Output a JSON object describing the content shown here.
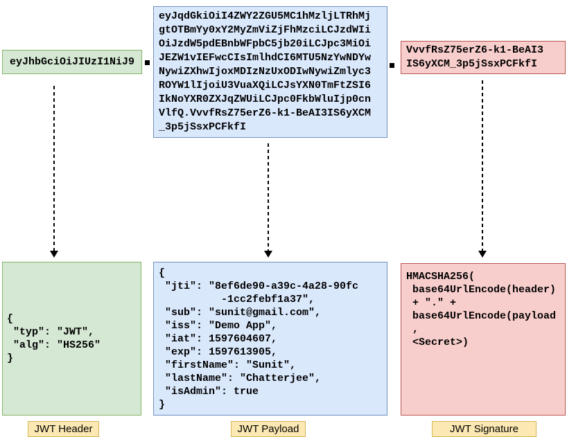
{
  "diagram_title": "JWT structure diagram",
  "encoded": {
    "header": "eyJhbGciOiJIUzI1NiJ9",
    "payload_lines": [
      "eyJqdGkiOiI4ZWY2ZGU5MC1hMzljLTRhMj",
      "gtOTBmYy0xY2MyZmViZjFhMzciLCJzdWIi",
      "OiJzdW5pdEBnbWFpbC5jb20iLCJpc3MiOi",
      "JEZW1vIEFwcCIsImlhdCI6MTU5NzYwNDYw",
      "NywiZXhwIjoxMDIzNzUxODIwNywiZmlyc3",
      "ROYW1lIjoiU3VuaXQiLCJsYXN0TmFtZSI6",
      "IkNoYXR0ZXJqZWUiLCJpc0FkbWluIjp0cn",
      "VlfQ.VvvfRsZ75erZ6-k1-BeAI3IS6yXCM",
      "_3p5jSsxPCFkfI"
    ],
    "signature_lines": [
      "VvvfRsZ75erZ6-k1-BeAI3",
      "IS6yXCM_3p5jSsxPCFkfI"
    ]
  },
  "decoded": {
    "header_lines": [
      "{",
      " \"typ\": \"JWT\",",
      " \"alg\": \"HS256\"",
      "}"
    ],
    "payload_lines": [
      "{",
      " \"jti\": \"8ef6de90-a39c-4a28-90fc",
      "          -1cc2febf1a37\",",
      " \"sub\": \"sunit@gmail.com\",",
      " \"iss\": \"Demo App\",",
      " \"iat\": 1597604607,",
      " \"exp\": 1597613905,",
      " \"firstName\": \"Sunit\",",
      " \"lastName\": \"Chatterjee\",",
      " \"isAdmin\": true",
      "}"
    ],
    "signature_lines": [
      "HMACSHA256(",
      " base64UrlEncode(header)",
      " + \".\" +",
      " base64UrlEncode(payload",
      " ,",
      " <Secret>)"
    ]
  },
  "labels": {
    "header": "JWT Header",
    "payload": "JWT Payload",
    "signature": "JWT Signature"
  },
  "icons": {
    "separator_dot": "black-square-dot",
    "arrowhead": "arrow-down"
  },
  "colors": {
    "header_fill": "#d5e8d4",
    "header_border": "#82b366",
    "payload_fill": "#dae8fc",
    "payload_border": "#6c8ebf",
    "signature_fill": "#f8cecc",
    "signature_border": "#b85450",
    "label_fill": "#fce8b2",
    "label_border": "#d6b656",
    "arrow": "#000000",
    "text": "#000000"
  }
}
